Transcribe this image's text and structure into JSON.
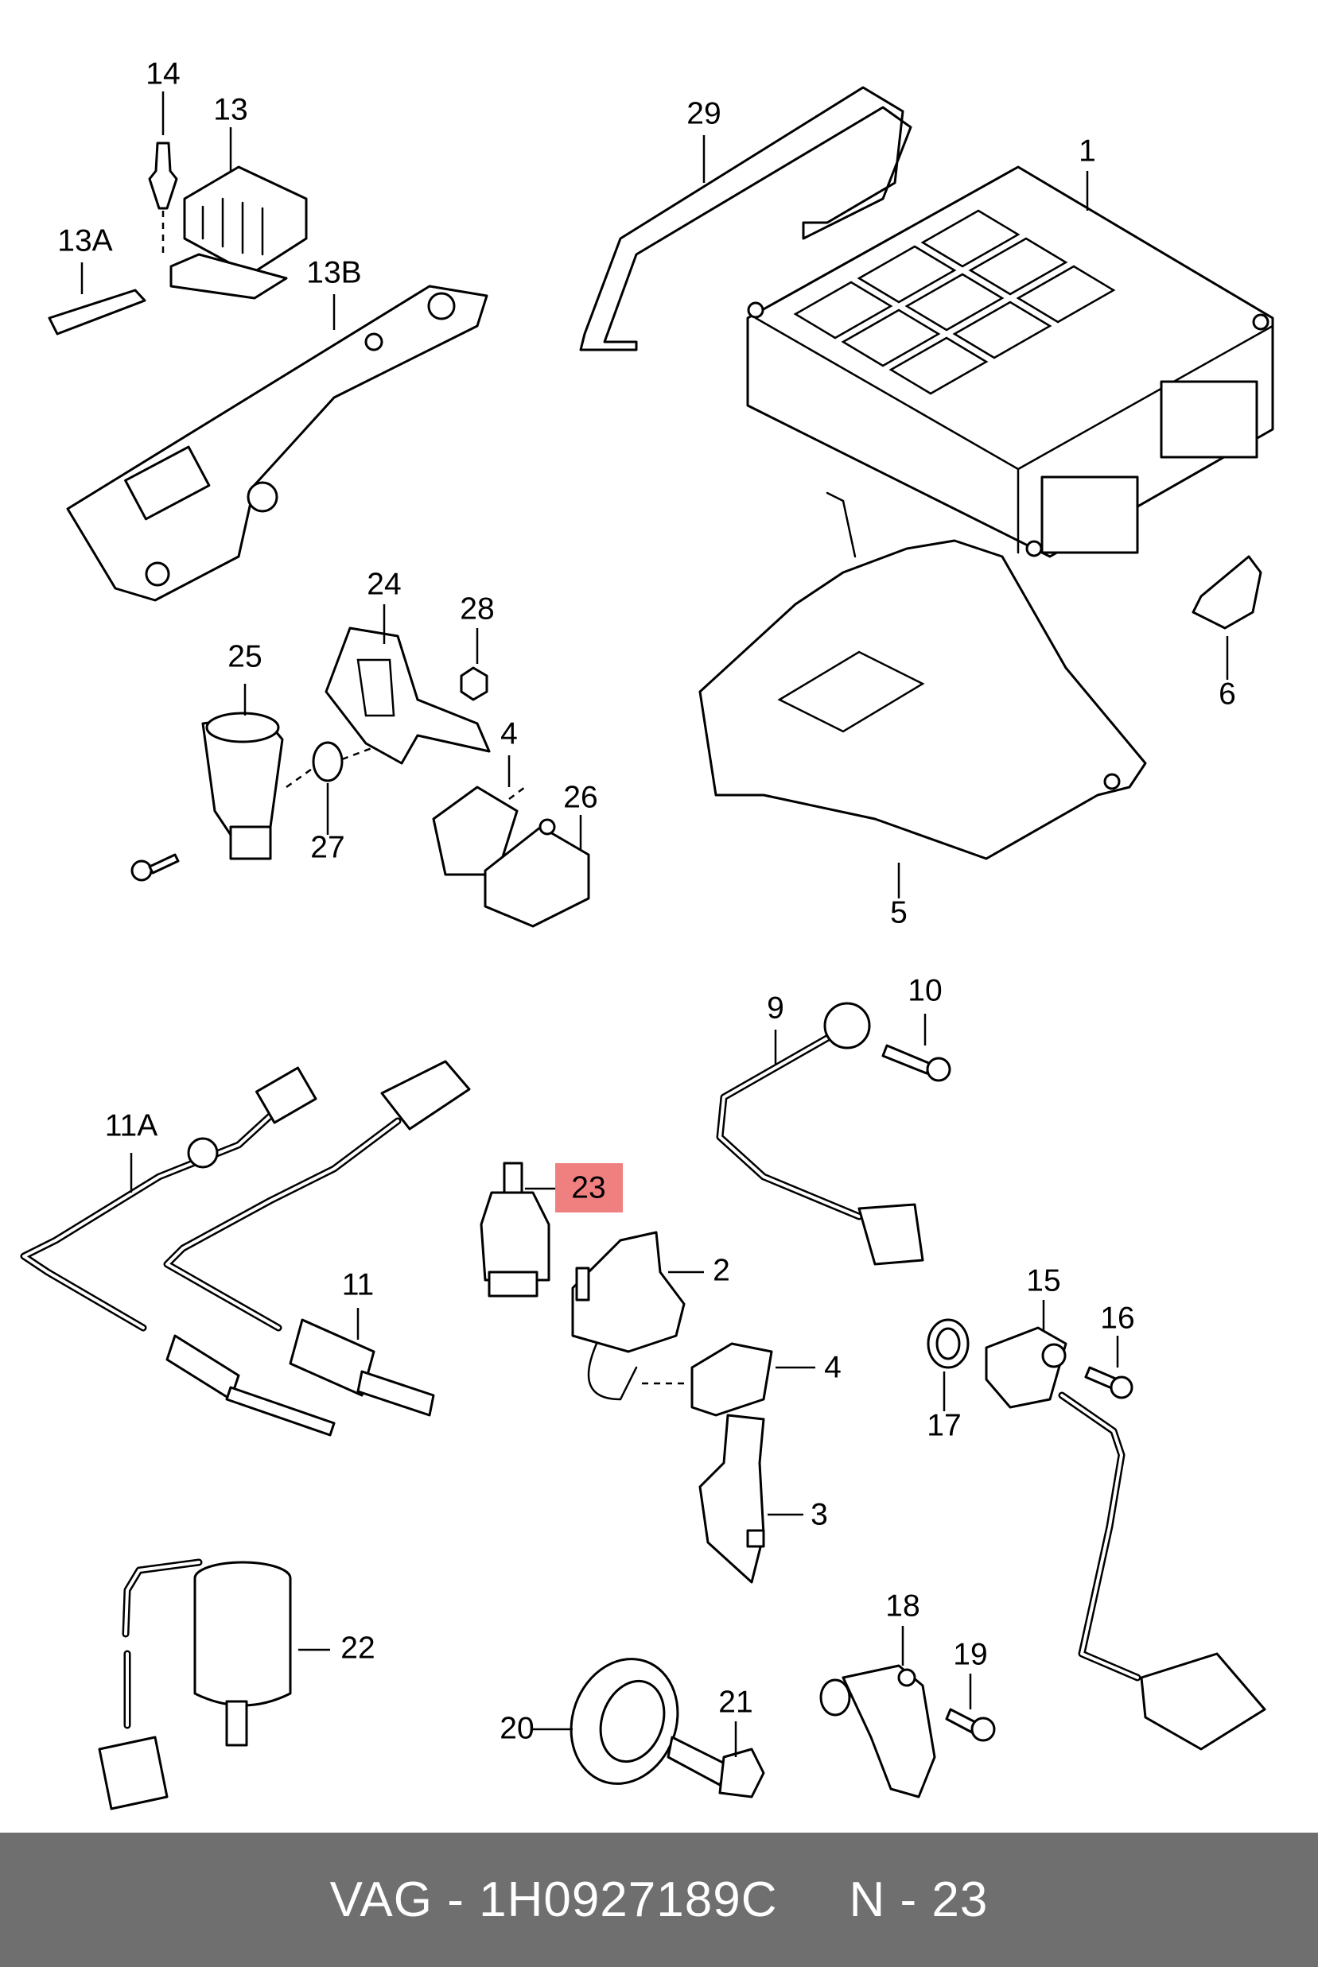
{
  "diagram": {
    "highlight_color": "#f08080",
    "highlighted_callout": "23",
    "callouts": [
      "14",
      "13",
      "13A",
      "13B",
      "29",
      "1",
      "24",
      "28",
      "25",
      "4",
      "26",
      "27",
      "6",
      "5",
      "9",
      "10",
      "11A",
      "23",
      "2",
      "11",
      "15",
      "16",
      "4",
      "17",
      "3",
      "22",
      "18",
      "19",
      "20",
      "21"
    ]
  },
  "footer": {
    "part_number": "VAG - 1H0927189C",
    "position_ref": "N - 23"
  }
}
